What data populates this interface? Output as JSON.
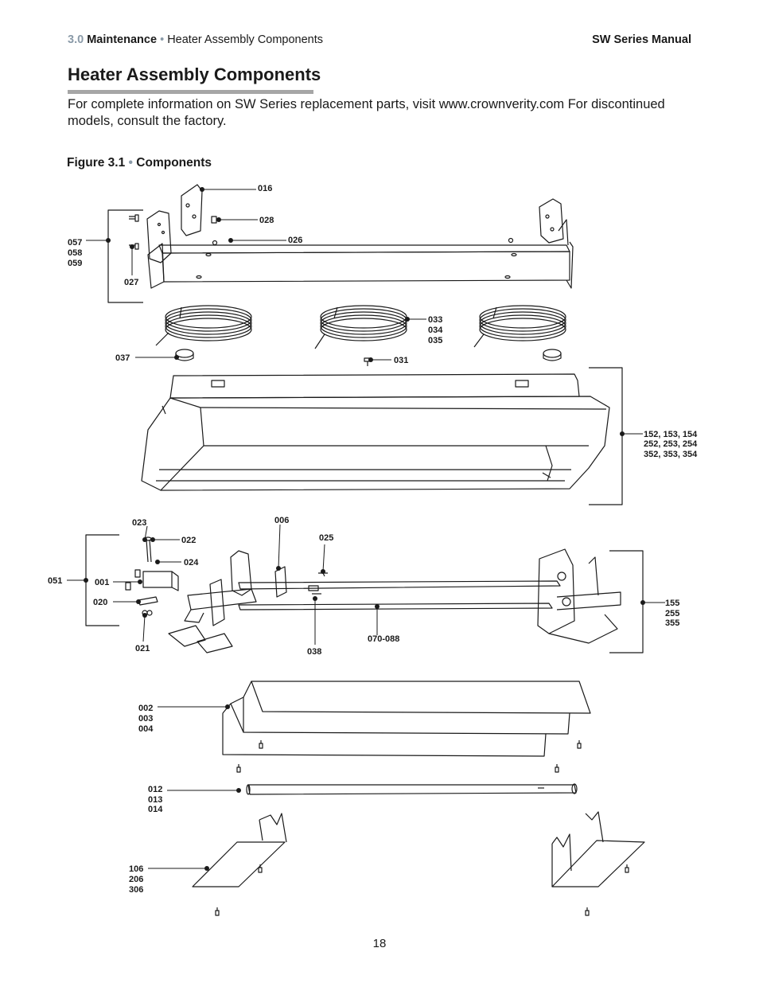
{
  "header": {
    "section_number": "3.0",
    "section_title": "Maintenance",
    "separator": "•",
    "subsection": "Heater Assembly Components",
    "manual_name": "SW Series Manual"
  },
  "page_title": "Heater Assembly Components",
  "intro_text": "For complete information on SW Series replacement parts, visit www.crownverity.com  For discontinued models, consult the factory.",
  "figure": {
    "number": "Figure 3.1",
    "separator": "•",
    "title": "Components"
  },
  "callouts": {
    "c016": "016",
    "c028": "028",
    "c026": "026",
    "c057": "057",
    "c058": "058",
    "c059": "059",
    "c027": "027",
    "c033": "033",
    "c034": "034",
    "c035": "035",
    "c037": "037",
    "c031": "031",
    "c152": "152, 153, 154",
    "c252": "252, 253, 254",
    "c352": "352, 353, 354",
    "c023": "023",
    "c022": "022",
    "c024": "024",
    "c006": "006",
    "c025": "025",
    "c051": "051",
    "c001": "001",
    "c020": "020",
    "c021": "021",
    "c038": "038",
    "c070": "070-088",
    "c155": "155",
    "c255": "255",
    "c355": "355",
    "c002": "002",
    "c003": "003",
    "c004": "004",
    "c012": "012",
    "c013": "013",
    "c014": "014",
    "c106": "106",
    "c206": "206",
    "c306": "306"
  },
  "page_number": "18",
  "colors": {
    "accent_gray": "#8a9aa8",
    "rule_gray": "#a6a6a6",
    "ink": "#1a1a1a"
  }
}
